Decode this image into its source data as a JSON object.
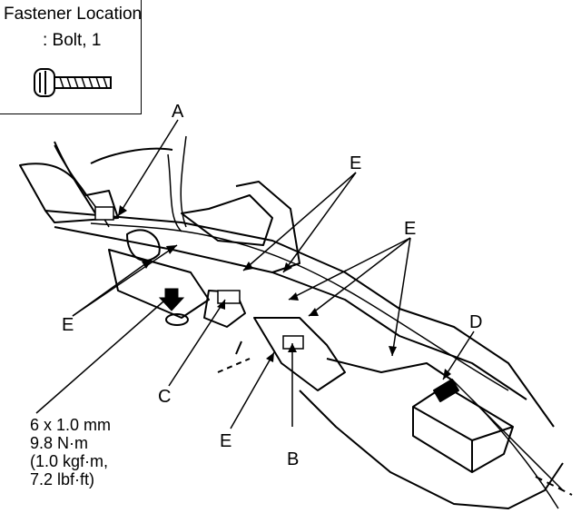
{
  "legend": {
    "title": "Fastener Location",
    "subtitle": ": Bolt, 1",
    "icon": "bolt-icon"
  },
  "callouts": {
    "a": "A",
    "b": "B",
    "c": "C",
    "d": "D",
    "e_top": "E",
    "e_right": "E",
    "e_left": "E",
    "e_bottom": "E"
  },
  "torque_spec": {
    "size": "6 x 1.0 mm",
    "torque_nm": "9.8 N·m",
    "torque_kgf": "(1.0 kgf·m,",
    "torque_lbf": "7.2 lbf·ft)"
  }
}
